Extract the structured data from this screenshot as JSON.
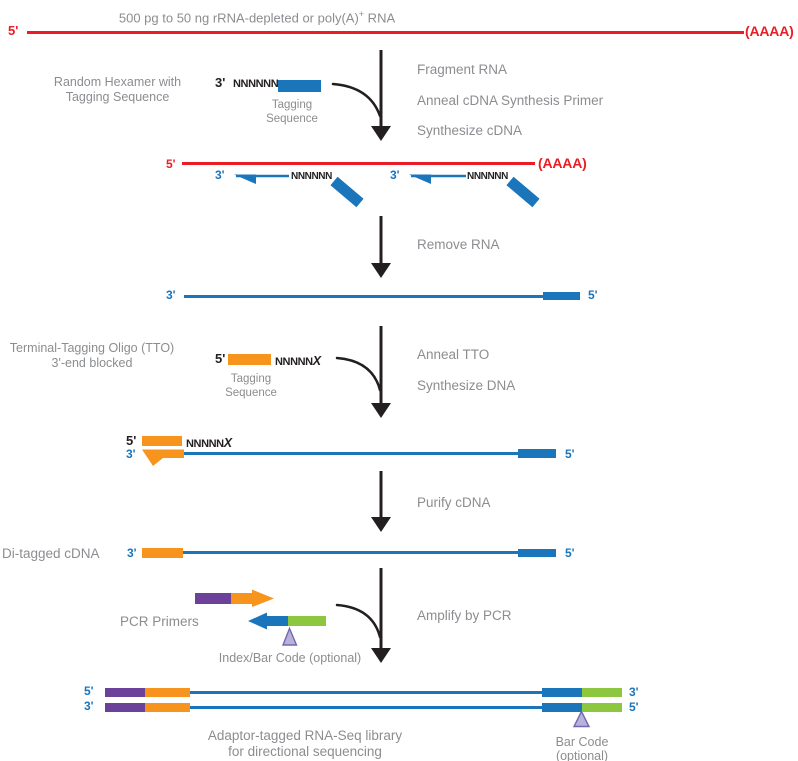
{
  "title": {
    "pre": "500 pg to 50 ng rRNA-depleted or poly(A)",
    "sup": "+",
    "post": " RNA"
  },
  "ends": {
    "five": "5'",
    "three": "3'",
    "poly_a": "(AAAA)"
  },
  "oligos": {
    "hexamer_n": "NNNNNN",
    "tto_n": "NNNNN",
    "tto_block": "X",
    "tagging_1": "Tagging",
    "tagging_2": "Sequence"
  },
  "side_labels": {
    "hexamer_1": "Random Hexamer with",
    "hexamer_2": "Tagging Sequence",
    "tto_1": "Terminal-Tagging Oligo (TTO)",
    "tto_2": "3'-end blocked",
    "di_tagged": "Di-tagged cDNA",
    "pcr_primers": "PCR Primers"
  },
  "steps": {
    "fragment": "Fragment RNA",
    "anneal_primer": "Anneal cDNA Synthesis Primer",
    "synth_cdna": "Synthesize cDNA",
    "remove_rna": "Remove RNA",
    "anneal_tto": "Anneal TTO",
    "synth_dna": "Synthesize DNA",
    "purify": "Purify cDNA",
    "amplify": "Amplify by PCR"
  },
  "annotations": {
    "index_barcode": "Index/Bar Code (optional)",
    "barcode_1": "Bar Code",
    "barcode_2": "(optional)",
    "library_1": "Adaptor-tagged RNA-Seq library",
    "library_2": "for directional sequencing"
  },
  "colors": {
    "rna_red": "#EC1C24",
    "dna_blue": "#1B75BB",
    "tag_orange": "#F7941E",
    "adaptor_purple": "#6B4199",
    "adaptor_green": "#8DC63F",
    "barcode_fill": "#B9B1DC",
    "barcode_stroke": "#6F6AAE",
    "text_gray": "#8B8D90",
    "ink": "#231F20"
  }
}
